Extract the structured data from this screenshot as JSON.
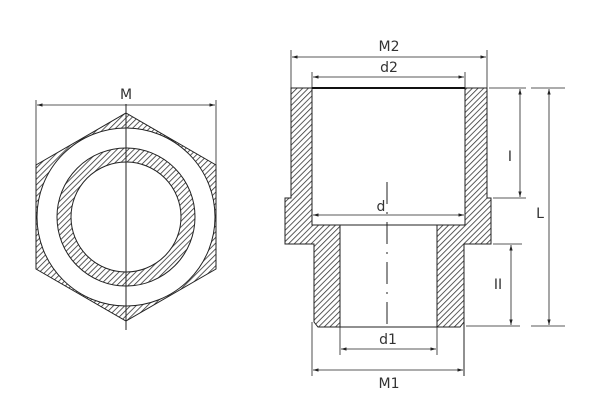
{
  "hex_view": {
    "dimension_label": "M"
  },
  "section_view": {
    "labels": {
      "M2": "M2",
      "d2": "d2",
      "d": "d",
      "d1": "d1",
      "M1": "M1",
      "L": "L",
      "l": "I",
      "ll": "II"
    }
  },
  "colors": {
    "line": "#222222",
    "hatch": "#333333"
  }
}
